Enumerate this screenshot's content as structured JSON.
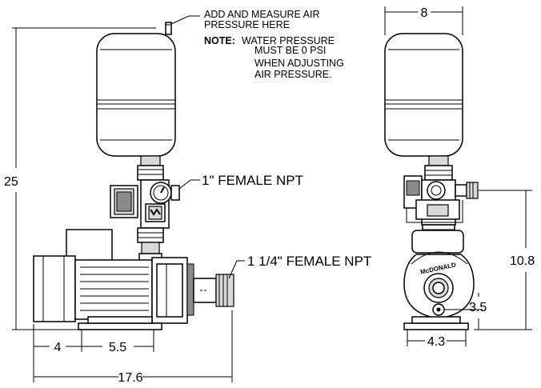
{
  "callouts": {
    "air_line1": "ADD AND MEASURE AIR",
    "air_line2": "PRESSURE HERE",
    "note_label": "NOTE:",
    "note_line1": "WATER PRESSURE",
    "note_line2": "MUST BE 0 PSI",
    "note_line3": "WHEN ADJUSTING",
    "note_line4": "AIR PRESSURE.",
    "outlet_label": "1\" FEMALE NPT",
    "inlet_label": "1 1/4\" FEMALE NPT"
  },
  "dimensions": {
    "overall_height": "25",
    "base_offset": "4",
    "base_span": "5.5",
    "overall_length": "17.6",
    "tank_diameter": "8",
    "outlet_height": "10.8",
    "inlet_height": "3.5",
    "base_width": "4.3"
  },
  "pump_branding": "McDONALD"
}
